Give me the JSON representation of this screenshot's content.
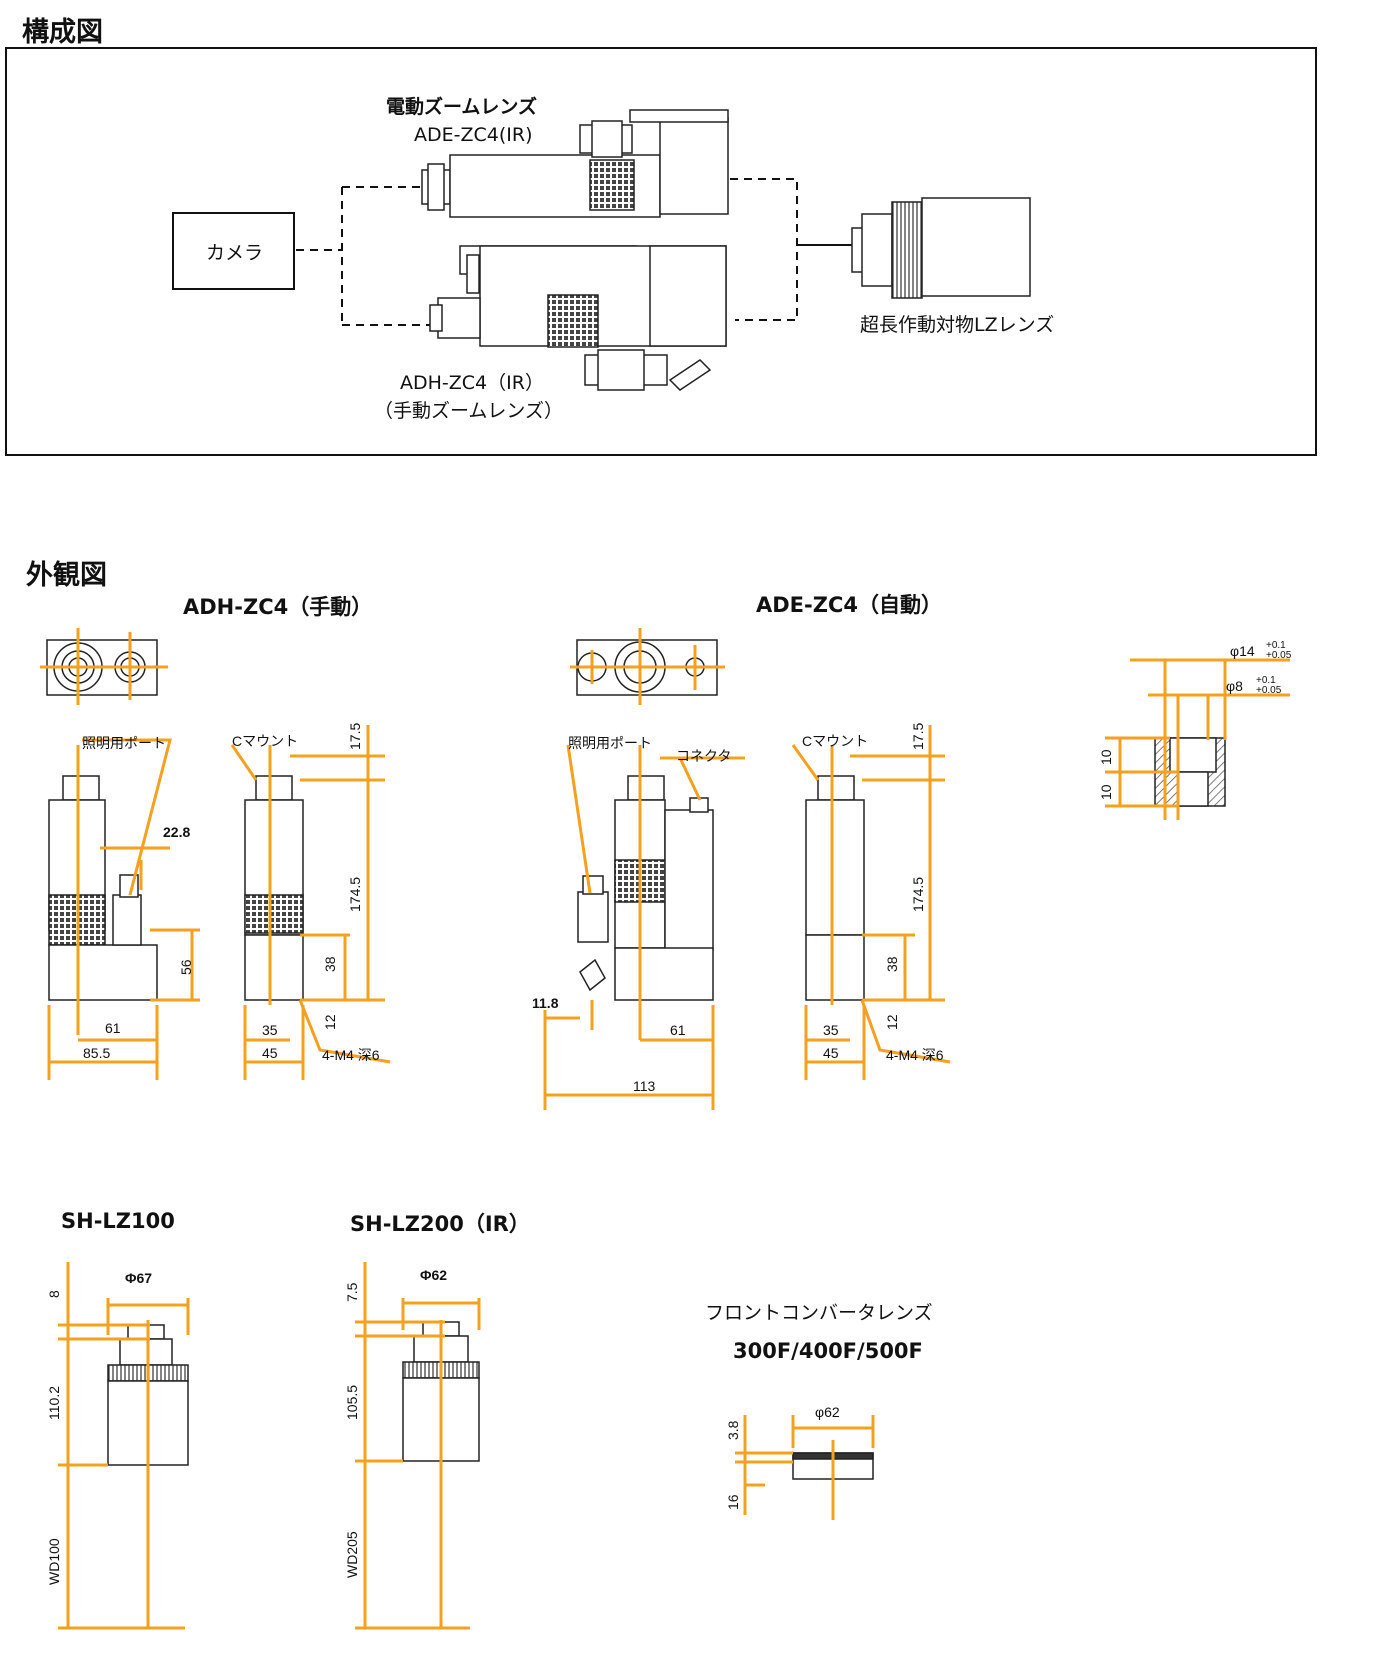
{
  "section_config": {
    "title": "構成図"
  },
  "config": {
    "camera": "カメラ",
    "electric_zoom_title": "電動ズームレンズ",
    "electric_zoom_model": "ADE-ZC4(IR)",
    "manual_zoom_model": "ADH-ZC4（IR）",
    "manual_zoom_title": "（手動ズームレンズ）",
    "objective_label": "超長作動対物LZレンズ"
  },
  "section_exterior": {
    "title": "外観図"
  },
  "adh": {
    "title": "ADH-ZC4（手動）",
    "illum_port": "照明用ポート",
    "cmount": "Cマウント",
    "d_17_5": "17.5",
    "d_22_8": "22.8",
    "d_174_5": "174.5",
    "d_56": "56",
    "d_38": "38",
    "d_12": "12",
    "d_61": "61",
    "d_85_5": "85.5",
    "d_35": "35",
    "d_45": "45",
    "screw": "4-M4 深6"
  },
  "ade": {
    "title": "ADE-ZC4（自動）",
    "illum_port": "照明用ポート",
    "connector": "コネクタ",
    "cmount": "Cマウント",
    "d_17_5": "17.5",
    "d_174_5": "174.5",
    "d_38": "38",
    "d_12": "12",
    "d_11_8": "11.8",
    "d_61": "61",
    "d_113": "113",
    "d_35": "35",
    "d_45": "45",
    "screw": "4-M4 深6"
  },
  "port_detail": {
    "phi14": "φ14",
    "phi14_tol_upper": "+0.1",
    "phi14_tol_lower": "+0.05",
    "phi8": "φ8",
    "phi8_tol_upper": "+0.1",
    "phi8_tol_lower": "+0.05",
    "d_10a": "10",
    "d_10b": "10"
  },
  "lz100": {
    "title": "SH-LZ100",
    "phi": "Φ67",
    "d_8": "8",
    "d_110_2": "110.2",
    "wd": "WD100"
  },
  "lz200": {
    "title": "SH-LZ200（IR）",
    "phi": "Φ62",
    "d_7_5": "7.5",
    "d_105_5": "105.5",
    "wd": "WD205"
  },
  "converter": {
    "title": "フロントコンバータレンズ",
    "models": "300F/400F/500F",
    "phi": "φ62",
    "d_3_8": "3.8",
    "d_16": "16"
  },
  "colors": {
    "dimension": "#F5A01E",
    "line": "#222222",
    "grid": "#555555"
  }
}
